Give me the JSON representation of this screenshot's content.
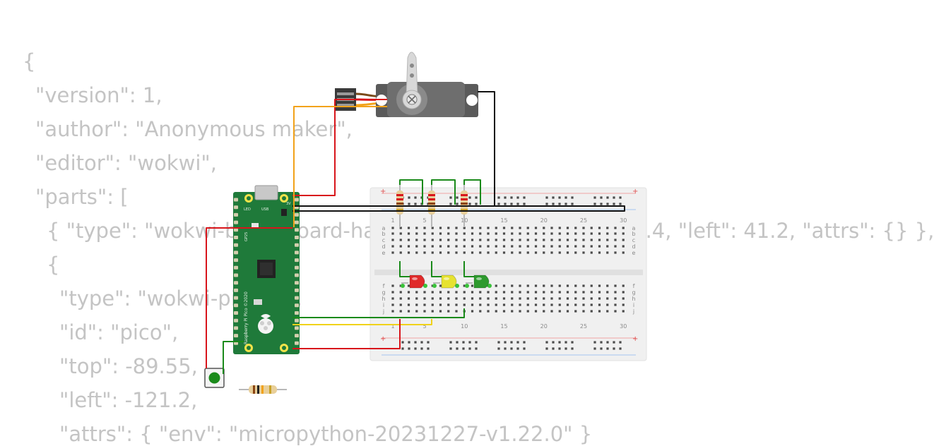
{
  "code_lines": [
    "{",
    "  \"version\": 1,",
    "  \"author\": \"Anonymous maker\",",
    "  \"editor\": \"wokwi\",",
    "  \"parts\": [",
    "    { \"type\": \"wokwi-breadboard-half\", \"id\": \"bb1\", \"top\": -108.4, \"left\": 41.2, \"attrs\": {} },",
    "    {",
    "      \"type\": \"wokwi-pi-pico\",",
    "      \"id\": \"pico\",",
    "      \"top\": -89.55,",
    "      \"left\": -121.2,",
    "      \"attrs\": { \"env\": \"micropython-20231227-v1.22.0\" }"
  ],
  "breadboard": {
    "column_numbers": [
      "1",
      "5",
      "10",
      "15",
      "20",
      "25",
      "30"
    ],
    "rows_top": [
      "a",
      "b",
      "c",
      "d",
      "e"
    ],
    "rows_bottom": [
      "f",
      "g",
      "h",
      "i",
      "j"
    ],
    "rail_plus": "+",
    "rail_minus": "-"
  },
  "pico": {
    "vertical_label": "Raspberry Pi Pico ©2020",
    "led_label": "LED",
    "usb_label": "USB",
    "vbus_label": "3V",
    "gp_label": "GP25"
  },
  "leds": [
    {
      "color_name": "red",
      "color": "#e02a2a"
    },
    {
      "color_name": "yellow",
      "color": "#e6e230"
    },
    {
      "color_name": "green",
      "color": "#2e9a2e"
    }
  ],
  "colors": {
    "background": "#ffffff",
    "code_text": "#c4c4c4",
    "wire_red": "#d8151b",
    "wire_green": "#1a8a1a",
    "wire_black": "#111111",
    "wire_orange": "#f2a21a",
    "wire_yellow": "#f0d21a",
    "pico_board": "#1f7a3a",
    "breadboard": "#efefef"
  }
}
